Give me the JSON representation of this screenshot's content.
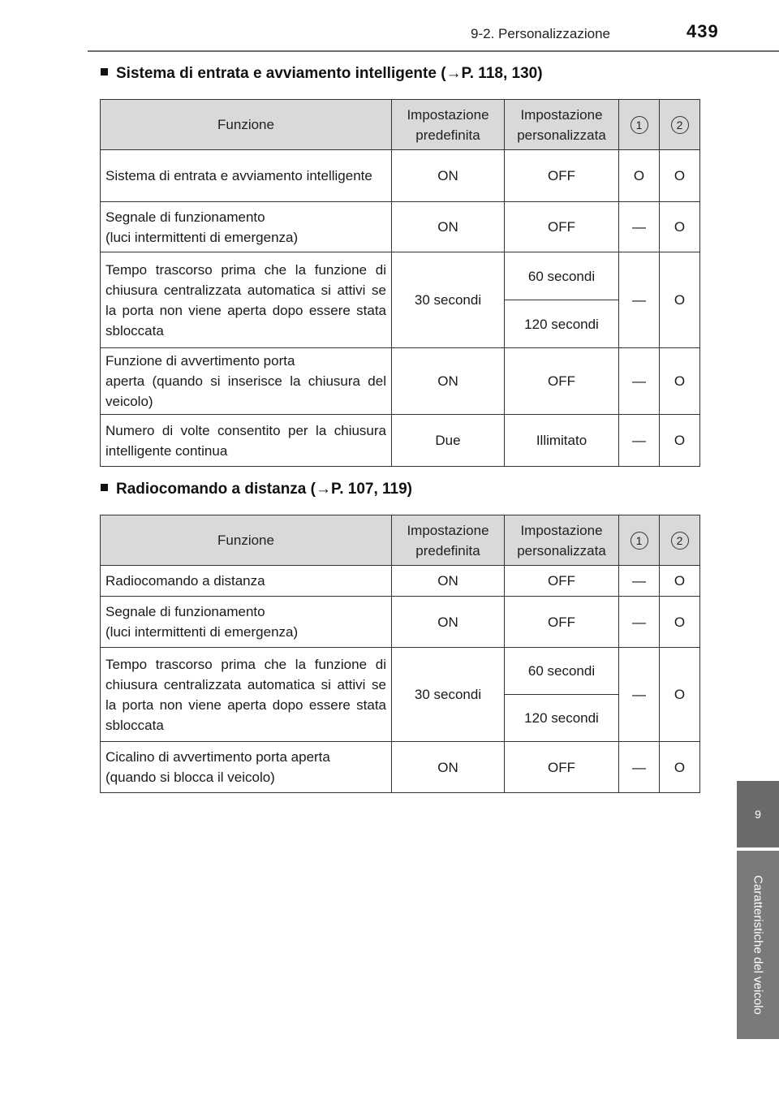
{
  "header": {
    "section": "9-2. Personalizzazione",
    "page_number": "439"
  },
  "side_tab": {
    "number": "9",
    "label": "Caratteristiche del veicolo"
  },
  "table_headers": {
    "function": "Funzione",
    "default_line1": "Impostazione",
    "default_line2": "predefinita",
    "custom_line1": "Impostazione",
    "custom_line2": "personalizzata",
    "col1": "1",
    "col2": "2"
  },
  "section1": {
    "title_prefix": "Sistema di entrata e avviamento intelligente (",
    "arrow": "→",
    "title_refs": "P. 118, 130)",
    "rows": [
      {
        "function_lines": [
          "Sistema di entrata e avviamento intelligente"
        ],
        "default": "ON",
        "custom": [
          "OFF"
        ],
        "col1": "O",
        "col2": "O"
      },
      {
        "function_lines": [
          "Segnale di funzionamento",
          "(luci intermittenti di emergenza)"
        ],
        "default": "ON",
        "custom": [
          "OFF"
        ],
        "col1": "—",
        "col2": "O"
      },
      {
        "function_lines": [
          "Tempo trascorso prima che la funzione di chiusura centralizzata automatica si attivi se la porta non viene aperta dopo essere stata sbloccata"
        ],
        "default": "30 secondi",
        "custom": [
          "60 secondi",
          "120 secondi"
        ],
        "col1": "—",
        "col2": "O"
      },
      {
        "function_lines": [
          "Funzione di avvertimento porta",
          "aperta (quando si inserisce la chiusura del veicolo)"
        ],
        "default": "ON",
        "custom": [
          "OFF"
        ],
        "col1": "—",
        "col2": "O"
      },
      {
        "function_lines": [
          "Numero di volte consentito per la chiusura intelligente continua"
        ],
        "default": "Due",
        "custom": [
          "Illimitato"
        ],
        "col1": "—",
        "col2": "O"
      }
    ]
  },
  "section2": {
    "title_prefix": "Radiocomando a distanza (",
    "arrow": "→",
    "title_refs": "P. 107, 119)",
    "rows": [
      {
        "function_lines": [
          "Radiocomando a distanza"
        ],
        "default": "ON",
        "custom": [
          "OFF"
        ],
        "col1": "—",
        "col2": "O"
      },
      {
        "function_lines": [
          "Segnale di funzionamento",
          "(luci intermittenti di emergenza)"
        ],
        "default": "ON",
        "custom": [
          "OFF"
        ],
        "col1": "—",
        "col2": "O"
      },
      {
        "function_lines": [
          "Tempo trascorso prima che la funzione di chiusura centralizzata automatica si attivi se la porta non viene aperta dopo essere stata sbloccata"
        ],
        "default": "30 secondi",
        "custom": [
          "60 secondi",
          "120 secondi"
        ],
        "col1": "—",
        "col2": "O"
      },
      {
        "function_lines": [
          "Cicalino di avvertimento porta aperta",
          "(quando si blocca il veicolo)"
        ],
        "default": "ON",
        "custom": [
          "OFF"
        ],
        "col1": "—",
        "col2": "O"
      }
    ]
  }
}
